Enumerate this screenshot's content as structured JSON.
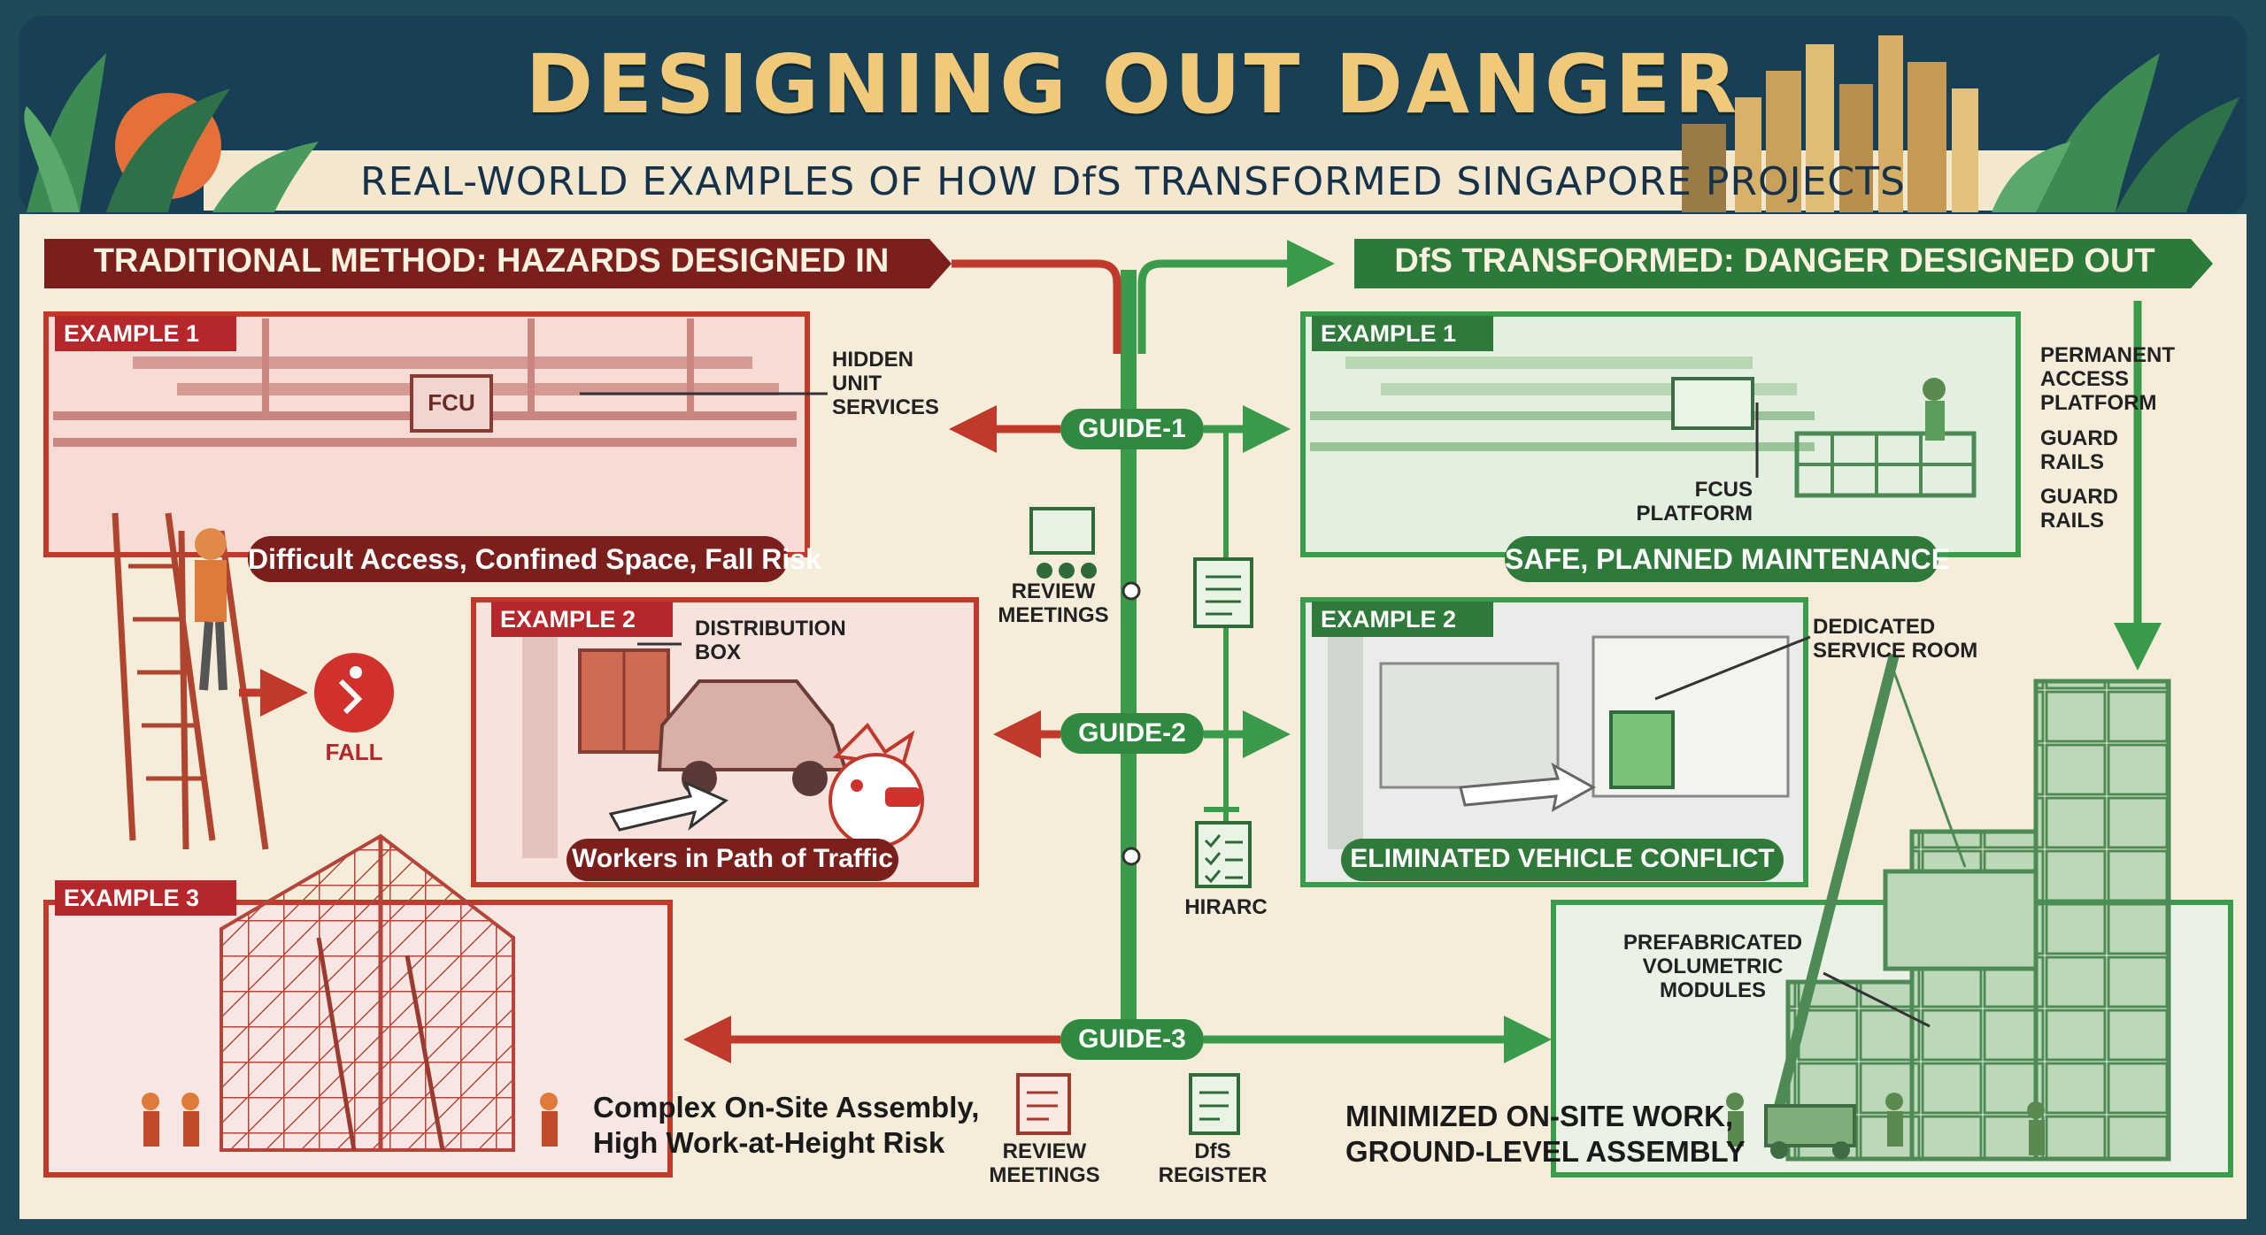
{
  "header": {
    "title": "DESIGNING OUT DANGER",
    "subtitle": "REAL-WORLD EXAMPLES OF HOW DfS TRANSFORMED SINGAPORE PROJECTS"
  },
  "left_column": {
    "heading": "TRADITIONAL METHOD: HAZARDS DESIGNED IN",
    "example1": {
      "tag": "EXAMPLE 1",
      "unit_label": "FCU",
      "callout": "HIDDEN\nUNIT\nSERVICES",
      "caption": "Difficult Access, Confined Space, Fall Risk"
    },
    "fall_label": "FALL",
    "example2": {
      "tag": "EXAMPLE 2",
      "callout": "DISTRIBUTION\nBOX",
      "caption": "Workers in Path of Traffic"
    },
    "example3": {
      "tag": "EXAMPLE 3",
      "caption": "Complex On-Site Assembly,\nHigh Work-at-Height Risk"
    }
  },
  "right_column": {
    "heading": "DfS TRANSFORMED: DANGER DESIGNED OUT",
    "example1": {
      "tag": "EXAMPLE 1",
      "callout_platform": "PERMANENT\nACCESS\nPLATFORM",
      "callout_rails_1": "GUARD\nRAILS",
      "callout_rails_2": "GUARD\nRAILS",
      "callout_fcus": "FCUS\nPLATFORM",
      "caption": "SAFE, PLANNED MAINTENANCE"
    },
    "example2": {
      "tag": "EXAMPLE 2",
      "callout": "DEDICATED\nSERVICE ROOM",
      "caption": "ELIMINATED VEHICLE CONFLICT"
    },
    "example3": {
      "callout": "PREFABRICATED\nVOLUMETRIC\nMODULES",
      "caption": "MINIMIZED ON-SITE WORK,\nGROUND-LEVEL ASSEMBLY"
    }
  },
  "center": {
    "guides": [
      "GUIDE-1",
      "GUIDE-2",
      "GUIDE-3"
    ],
    "tools": {
      "review_meetings_top": "REVIEW\nMEETINGS",
      "hirarc": "HIRARC",
      "review_meetings_bottom": "REVIEW\nMEETINGS",
      "dfs_register": "DfS\nREGISTER"
    }
  },
  "colors": {
    "red": "#b5272a",
    "green": "#2f8a3f",
    "navy": "#15324a",
    "gold": "#f0c97a",
    "cream": "#f5ecd9"
  }
}
